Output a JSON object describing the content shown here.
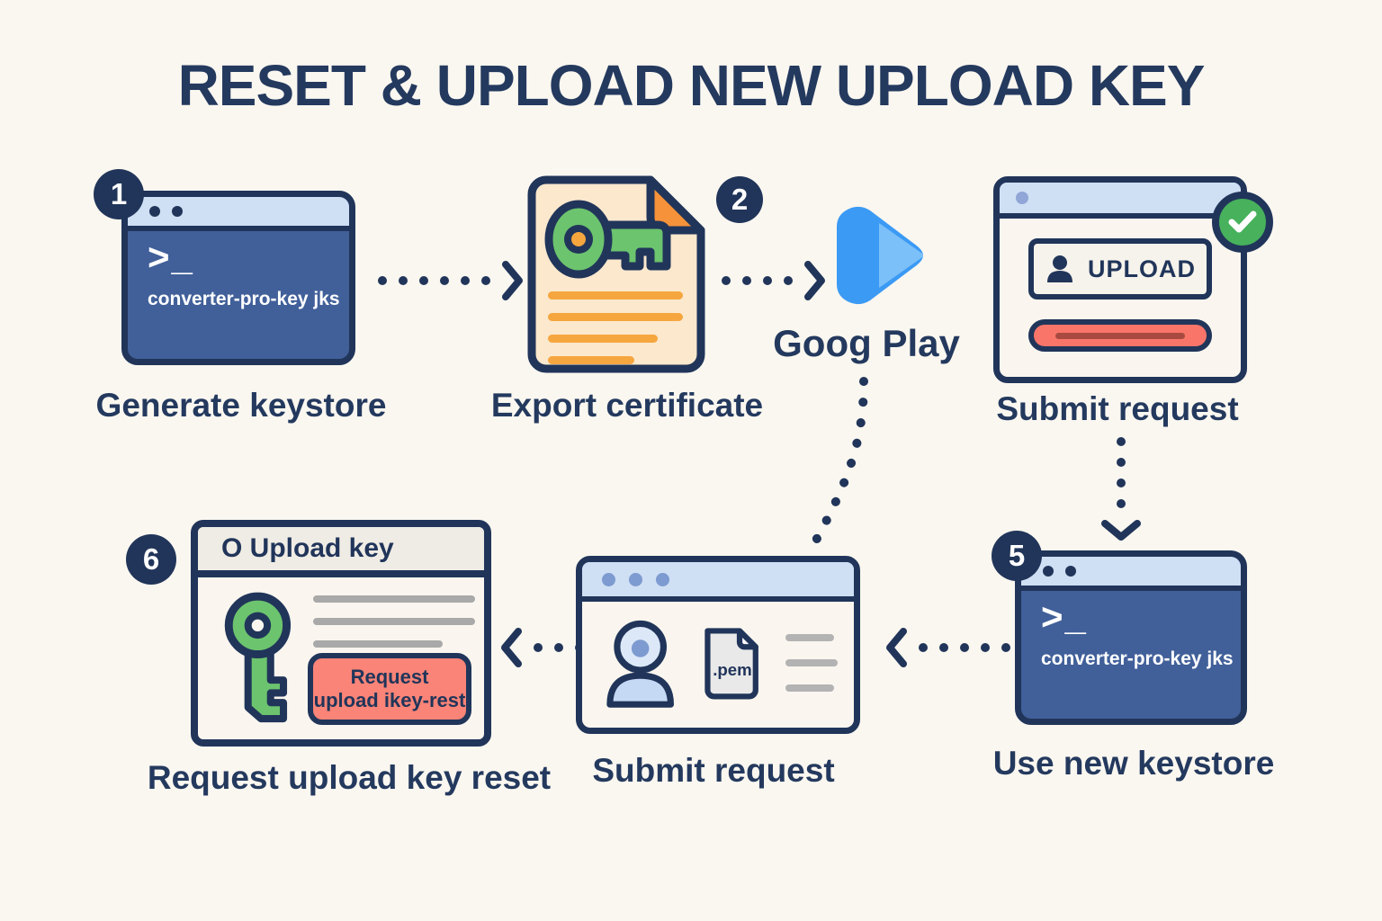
{
  "title": "RESET & UPLOAD NEW UPLOAD KEY",
  "colors": {
    "background": "#faf7f0",
    "navy_outline": "#21355a",
    "navy_text": "#24395e",
    "terminal_blue": "#41609a",
    "titlebar_blue": "#cfdff4",
    "certificate_cream": "#fbe8cd",
    "orange": "#f6a63e",
    "orange_fold": "#f6923a",
    "key_green": "#6cc46e",
    "check_green": "#47b15c",
    "salmon_red": "#f98477",
    "play_blue": "#3b9af4",
    "play_blue_light": "#7cc0f9",
    "gray_line": "#a9a9a9"
  },
  "steps": {
    "generate_keystore": {
      "badge": "1",
      "prompt": ">_",
      "filename": "converter-pro-key jks",
      "label": "Generate keystore"
    },
    "export_certificate": {
      "badge": "2",
      "label": "Export certificate"
    },
    "google_play": {
      "label": "Goog Play"
    },
    "submit_request_top": {
      "button_label": "UPLOAD",
      "label": "Submit request"
    },
    "use_new_keystore": {
      "badge": "5",
      "prompt": ">_",
      "filename": "converter-pro-key jks",
      "label": "Use new keystore"
    },
    "submit_request_bottom": {
      "file_label": ".pem",
      "label": "Submit request"
    },
    "request_reset": {
      "badge": "6",
      "window_title": "O Upload key",
      "button_line1": "Request",
      "button_line2": "upload ikey-rest",
      "label": "Request upload key reset"
    }
  }
}
